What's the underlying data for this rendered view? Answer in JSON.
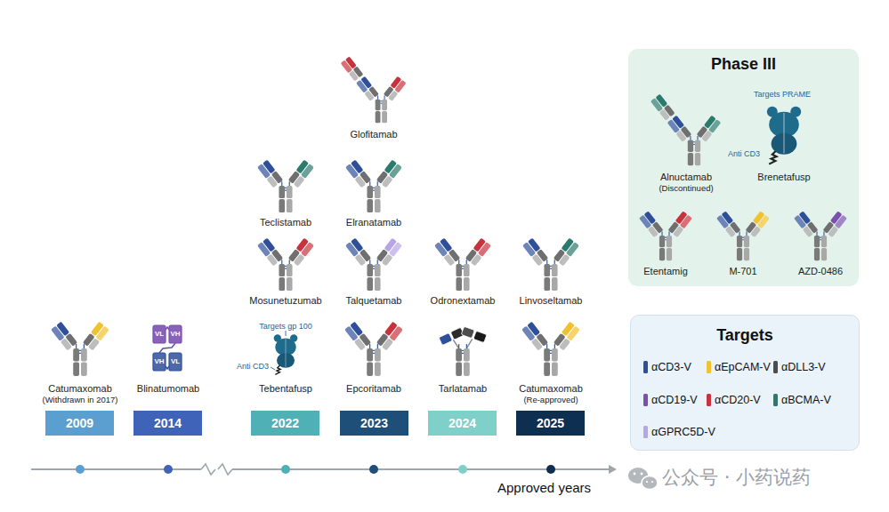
{
  "diagram": {
    "nodes": [
      {
        "text": [
          "Catumaxomab",
          "(Withdrawn in 2017)"
        ]
      },
      {
        "text": [
          "2009"
        ]
      },
      {
        "text": [
          "Blinatumomab"
        ]
      },
      {
        "text": [
          "2014"
        ]
      },
      {
        "text": [
          "Teclistamab"
        ]
      },
      {
        "text": [
          "Mosunetuzumab"
        ]
      },
      {
        "text": [
          "Tebentafusp"
        ]
      },
      {
        "text": [
          "2022"
        ]
      },
      {
        "text": [
          "Glofitamab"
        ]
      },
      {
        "text": [
          "Elranatamab"
        ]
      },
      {
        "text": [
          "Talquetamab"
        ]
      },
      {
        "text": [
          "Epcoritamab"
        ]
      },
      {
        "text": [
          "2023"
        ]
      },
      {
        "text": [
          "Odronextamab"
        ]
      },
      {
        "text": [
          "Tarlatamab"
        ]
      },
      {
        "text": [
          "2024"
        ]
      },
      {
        "text": [
          "Linvoseltamab"
        ]
      },
      {
        "text": [
          "Catumaxomab",
          "(Re-approved)"
        ]
      },
      {
        "text": [
          "2025"
        ]
      },
      {
        "text": [
          "Phase III"
        ]
      },
      {
        "text": [
          "Alnuctamab",
          "(Discontinued)"
        ],
        "in": 19
      },
      {
        "text": [
          "Brenetafusp"
        ],
        "in": 19
      },
      {
        "text": [
          "Etentamig"
        ],
        "in": 19
      },
      {
        "text": [
          "M-701"
        ],
        "in": 19
      },
      {
        "text": [
          "AZD-0486"
        ],
        "in": 19
      },
      {
        "text": [
          "Targets"
        ]
      }
    ],
    "labels": [
      "Targets PRAME",
      "Anti CD3",
      "Targets gp 100",
      "VL",
      "VH",
      "Anti CD3",
      "VH",
      "VL",
      "Approved years",
      "公众号 · 小药说药"
    ],
    "legend": [
      {
        "text": "αCD3-V",
        "color": "#2f4f9a"
      },
      {
        "text": "αEpCAM-V",
        "color": "#f2c12e"
      },
      {
        "text": "αDLL3-V",
        "color": "#4d4d4d"
      },
      {
        "text": "αCD19-V",
        "color": "#7b4fb0"
      },
      {
        "text": "αCD20-V",
        "color": "#c8323c"
      },
      {
        "text": "αBCMA-V",
        "color": "#2a7a6e"
      },
      {
        "text": "αGPRC5D-V",
        "color": "#b8a5e8"
      }
    ]
  }
}
